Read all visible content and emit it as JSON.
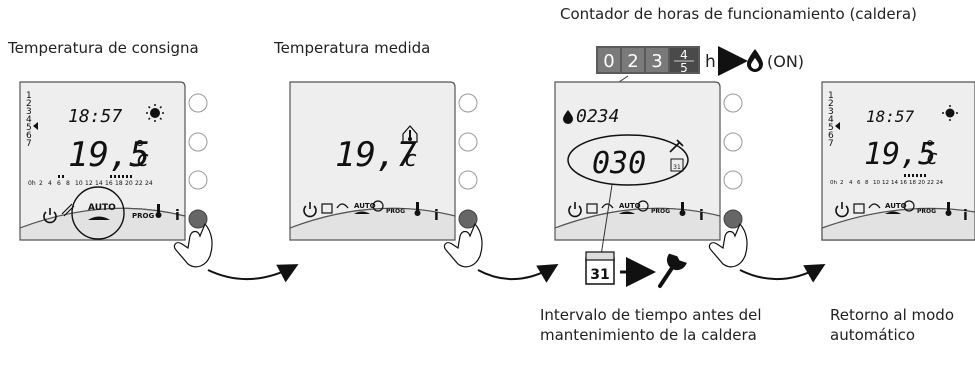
{
  "captions": {
    "setpoint": "Temperatura de consigna",
    "measured": "Temperatura medida",
    "counter": "Contador de horas de funcionamiento (caldera)",
    "maintenance": "Intervalo de tiempo antes del mantenimiento de la caldera",
    "return": "Retorno al modo automático"
  },
  "counter_digits": [
    "0",
    "2",
    "3"
  ],
  "counter_roll_top": "4",
  "counter_roll_bottom": "5",
  "counter_unit": "h",
  "counter_state": "(ON)",
  "screens": [
    {
      "time": "18:57",
      "temp": "19,5",
      "unit": "c",
      "mode": "AUTO",
      "prog": "PROG",
      "days": [
        "1",
        "2",
        "3",
        "4",
        "5",
        "6",
        "7"
      ]
    },
    {
      "temp": "19,7",
      "unit": "c",
      "mode": "AUTO",
      "prog": "PROG"
    },
    {
      "hours": "0234",
      "interval": "030",
      "calendar": "31",
      "mode": "AUTO",
      "prog": "PROG"
    },
    {
      "time": "18:57",
      "temp": "19,5",
      "unit": "c",
      "mode": "AUTO",
      "prog": "PROG",
      "days": [
        "1",
        "2",
        "3",
        "4",
        "5",
        "6",
        "7"
      ]
    }
  ],
  "hour_scale": [
    "0h",
    "2",
    "4",
    "6",
    "8",
    "10",
    "12",
    "14",
    "16",
    "18",
    "20",
    "22",
    "24"
  ],
  "calendar_day": "31",
  "info_label": "i"
}
